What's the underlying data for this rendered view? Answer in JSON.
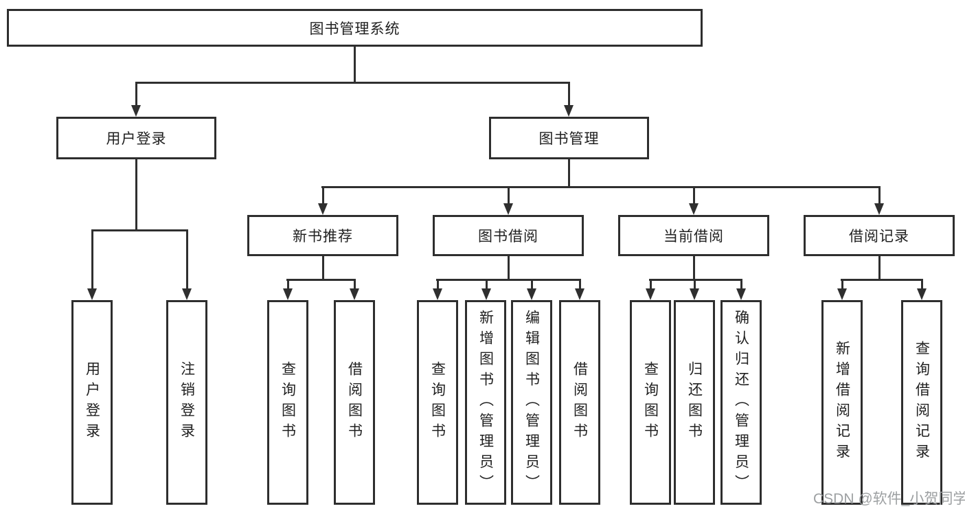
{
  "root": {
    "label": "图书管理系统"
  },
  "branches": [
    {
      "label": "用户登录",
      "children": [
        {
          "label": "用户登录"
        },
        {
          "label": "注销登录"
        }
      ]
    },
    {
      "label": "图书管理",
      "children": [
        {
          "label": "新书推荐",
          "children": [
            {
              "label": "查询图书"
            },
            {
              "label": "借阅图书"
            }
          ]
        },
        {
          "label": "图书借阅",
          "children": [
            {
              "label": "查询图书"
            },
            {
              "label": "新增图书（管理员）"
            },
            {
              "label": "编辑图书（管理员）"
            },
            {
              "label": "借阅图书"
            }
          ]
        },
        {
          "label": "当前借阅",
          "children": [
            {
              "label": "查询图书"
            },
            {
              "label": "归还图书"
            },
            {
              "label": "确认归还（管理员）"
            }
          ]
        },
        {
          "label": "借阅记录",
          "children": [
            {
              "label": "新增借阅记录"
            },
            {
              "label": "查询借阅记录"
            }
          ]
        }
      ]
    }
  ],
  "watermark": {
    "text": "CSDN @软件_小贺同学"
  },
  "colors": {
    "line": "#2f2f2f",
    "box_border": "#2e2e2e",
    "text": "#212121",
    "watermark": "#9da0a2",
    "background": "#ffffff"
  }
}
